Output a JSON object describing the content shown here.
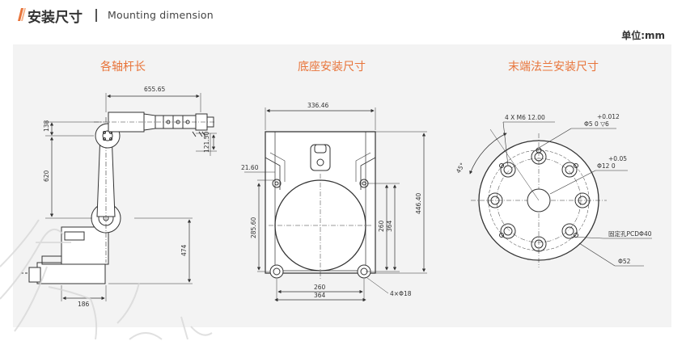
{
  "header": {
    "title_cn": "安装尺寸",
    "title_en": "Mounting dimension",
    "unit": "单位:mm"
  },
  "panels": {
    "arm": {
      "heading": "各轴杆长",
      "dims": {
        "top": "655.65",
        "left_upper": "138",
        "right_small": "121.50",
        "mid": "620",
        "lower": "474",
        "bottom": "186"
      }
    },
    "base": {
      "heading": "底座安装尺寸",
      "dims": {
        "top": "336.46",
        "left_small": "21.60",
        "right_tall": "446.40",
        "left_mid": "285.60",
        "inner_a": "260",
        "inner_b": "364",
        "bottom_a": "260",
        "bottom_b": "364",
        "holes": "4×Φ18"
      }
    },
    "flange": {
      "heading": "末端法兰安装尺寸",
      "dims": {
        "threads": "4 X M6 12.00",
        "tol_a": "+0.012",
        "pin": "Φ5 0 ▽6",
        "tol_b": "+0.05",
        "center": "Φ12 0",
        "angle": "45°",
        "pcd": "固定孔PCDΦ40",
        "outer": "Φ52"
      }
    }
  },
  "colors": {
    "accent": "#e8743a",
    "panel_bg": "#f3f3f3",
    "line": "#333333",
    "title": "#333333"
  }
}
